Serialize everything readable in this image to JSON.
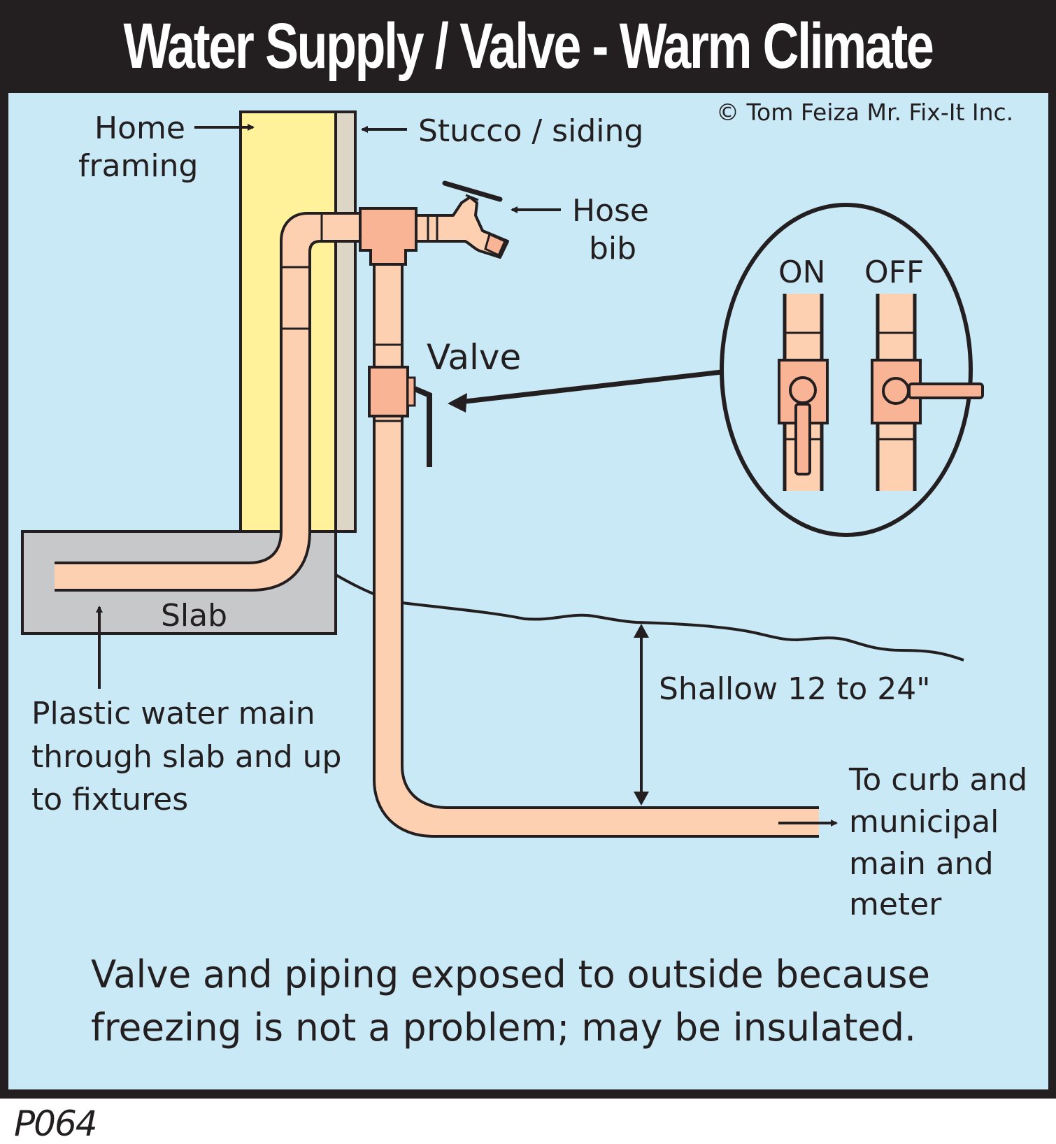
{
  "title": "Water Supply / Valve - Warm Climate",
  "copyright": "© Tom Feiza Mr. Fix-It Inc.",
  "figure_code": "P064",
  "colors": {
    "frame": "#231f20",
    "background": "#c8e9f5",
    "framing": "#fff29b",
    "stucco": "#ddd5c5",
    "slab": "#c7c8ca",
    "pipe": "#fdd0b1",
    "fitting": "#f9b395",
    "ink": "#231f20"
  },
  "labels": {
    "home_framing": [
      "Home",
      "framing"
    ],
    "stucco_siding": "Stucco / siding",
    "hose_bib": [
      "Hose",
      "bib"
    ],
    "valve": "Valve",
    "slab": "Slab",
    "plastic_main": [
      "Plastic water main",
      "through slab and up",
      "to fixtures"
    ],
    "depth": "Shallow 12 to 24\"",
    "to_curb": [
      "To curb and",
      "municipal",
      "main and",
      "meter"
    ],
    "on": "ON",
    "off": "OFF"
  },
  "caption": [
    "Valve and piping exposed to outside because",
    "freezing is not a problem; may be insulated."
  ],
  "inset": {
    "description": "Ball valve handle positions",
    "states": [
      {
        "label": "ON",
        "handle": "parallel-to-pipe"
      },
      {
        "label": "OFF",
        "handle": "perpendicular-to-pipe"
      }
    ]
  }
}
